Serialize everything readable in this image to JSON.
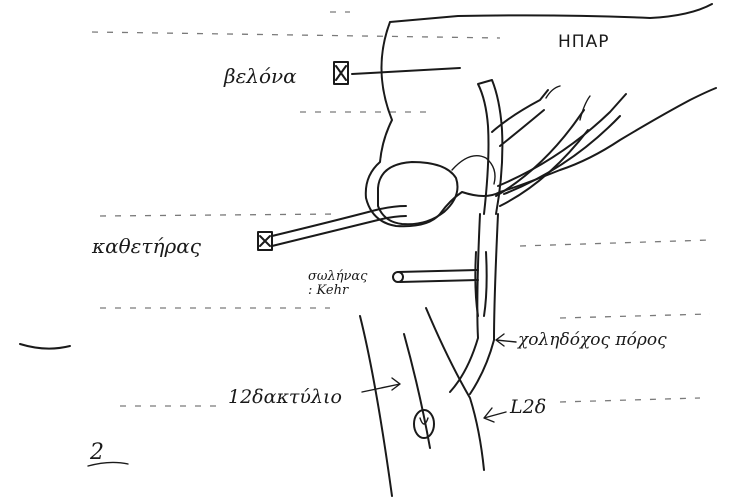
{
  "labels": {
    "liver": "ΗΠΑΡ",
    "needle": "βελόνα",
    "catheter": "καθετήρας",
    "tube_line1": "σωλήνας",
    "tube_line2": ": Kehr",
    "common_bile_duct": "χοληδόχος πόρος",
    "duodenum": "12δακτύλιο",
    "pancreas_abbrev": "L2δ",
    "margin_mark": "2"
  },
  "colors": {
    "ink": "#1a1a1a",
    "faint_lines": "#7a7a7a",
    "paper": "#ffffff"
  }
}
